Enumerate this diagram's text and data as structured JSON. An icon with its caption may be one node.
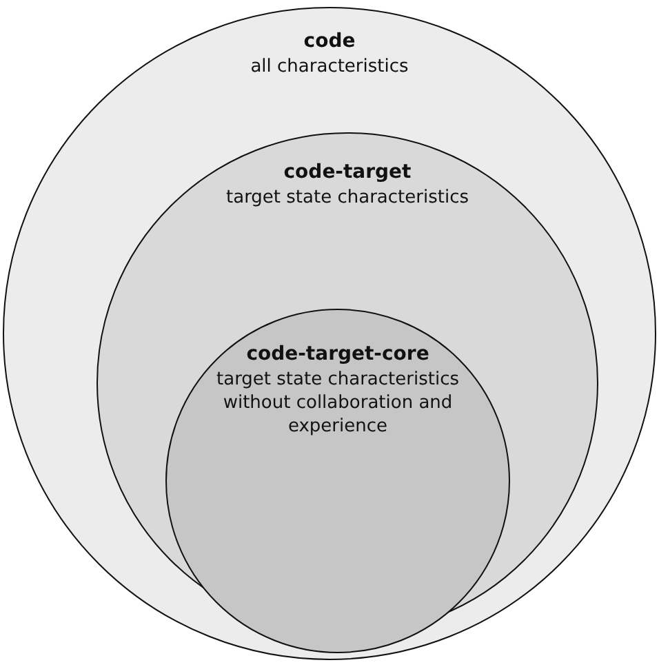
{
  "diagram": {
    "nodes": [
      {
        "text": [
          "code",
          "all characteristics"
        ]
      },
      {
        "text": [
          "code-target",
          "target state characteristics"
        ],
        "in": 0
      },
      {
        "text": [
          "code-target-core",
          "target state characteristics without collaboration and experience"
        ],
        "in": 1
      }
    ]
  }
}
